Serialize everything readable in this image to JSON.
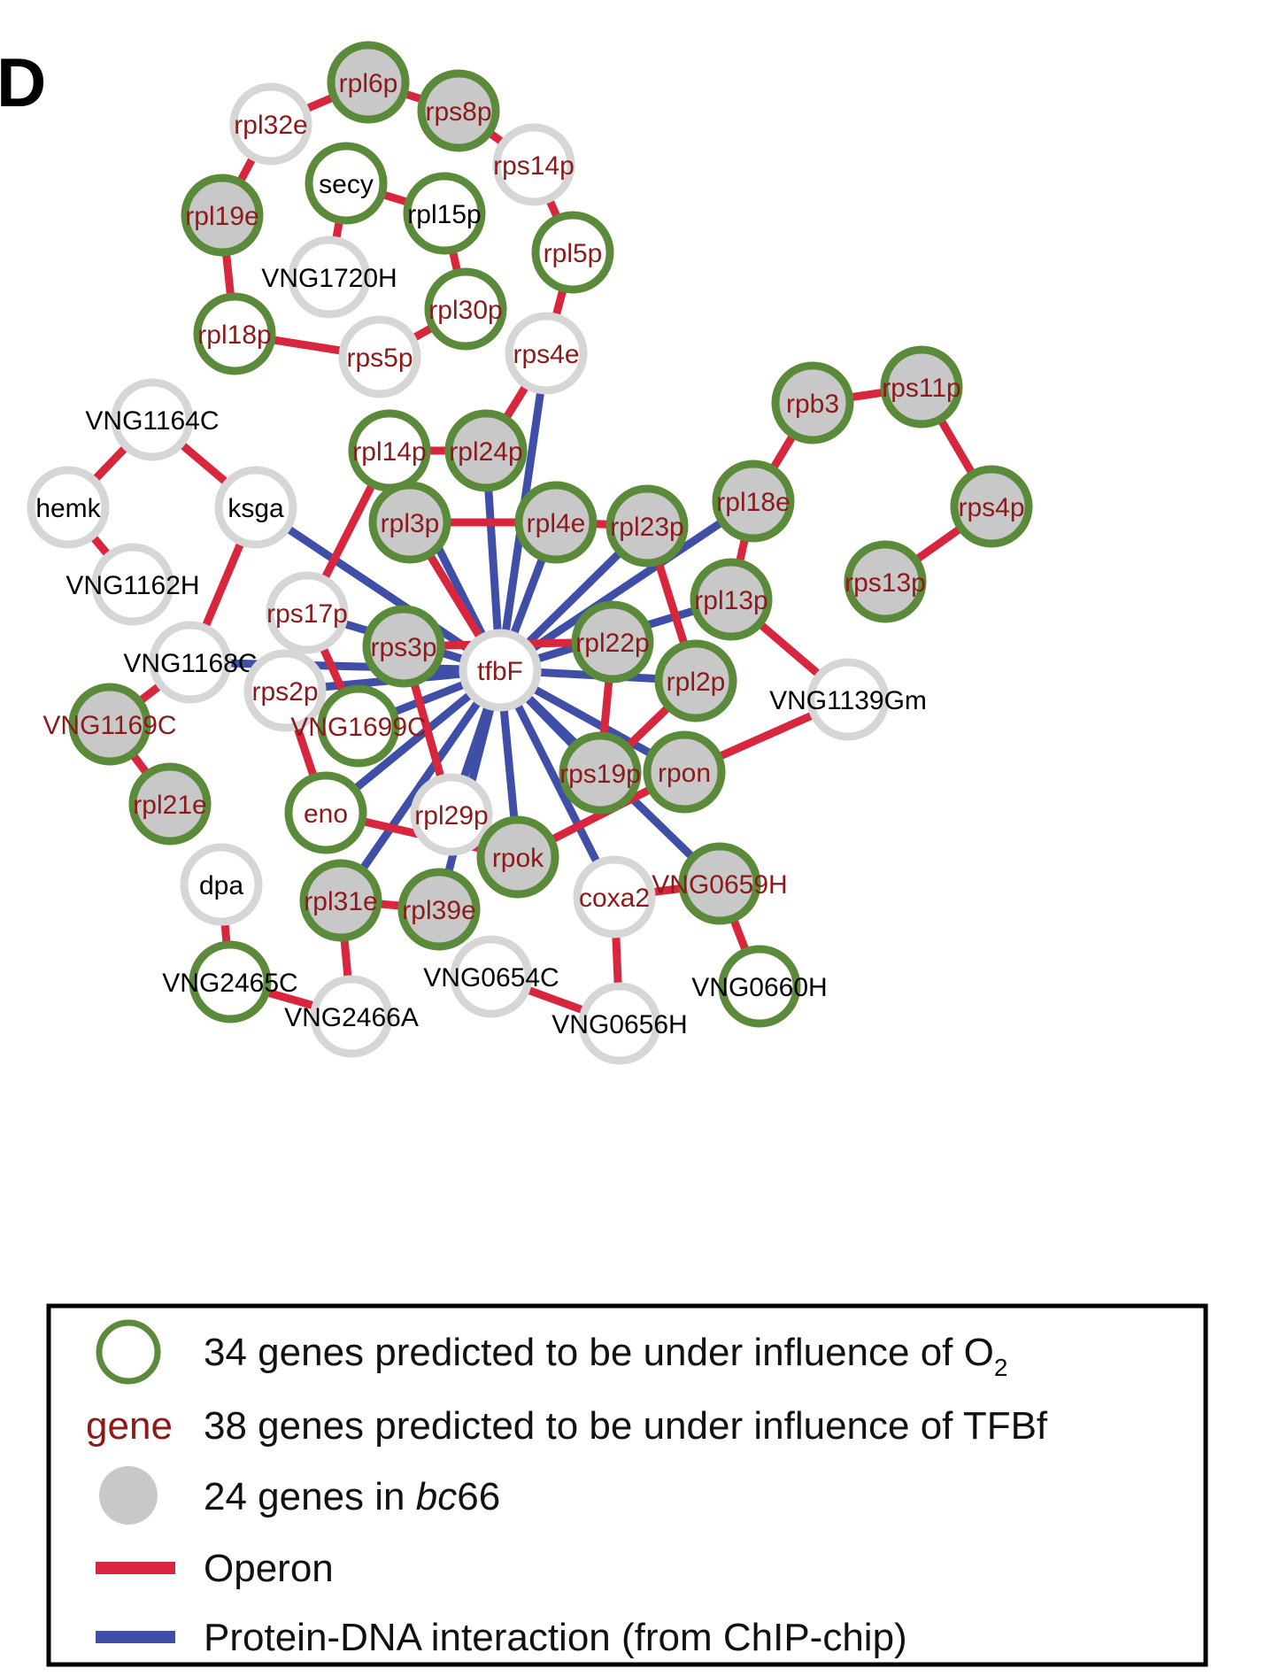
{
  "panel_label": "D",
  "colors": {
    "o2_ring": "#5a8a3a",
    "plain_ring": "#d6d6d6",
    "bc66_fill": "#c8c8c8",
    "tfbf_text": "#8b1a1a",
    "plain_text": "#000000",
    "operon_edge": "#d7263d",
    "chip_edge": "#3f4fa8"
  },
  "network": {
    "nodes": [
      {
        "id": "rpl6p",
        "label": "rpl6p",
        "o2": true,
        "bc66": true,
        "tfbf": true
      },
      {
        "id": "rps8p",
        "label": "rps8p",
        "o2": true,
        "bc66": true,
        "tfbf": true
      },
      {
        "id": "rpl32e",
        "label": "rpl32e",
        "o2": false,
        "bc66": false,
        "tfbf": true
      },
      {
        "id": "rps14p",
        "label": "rps14p",
        "o2": false,
        "bc66": false,
        "tfbf": true
      },
      {
        "id": "secy",
        "label": "secy",
        "o2": true,
        "bc66": false,
        "tfbf": false
      },
      {
        "id": "rpl15p",
        "label": "rpl15p",
        "o2": true,
        "bc66": false,
        "tfbf": false
      },
      {
        "id": "rpl19e",
        "label": "rpl19e",
        "o2": true,
        "bc66": true,
        "tfbf": true
      },
      {
        "id": "rpl5p",
        "label": "rpl5p",
        "o2": true,
        "bc66": false,
        "tfbf": true
      },
      {
        "id": "VNG1720H",
        "label": "VNG1720H",
        "o2": false,
        "bc66": false,
        "tfbf": false
      },
      {
        "id": "rpl30p",
        "label": "rpl30p",
        "o2": true,
        "bc66": false,
        "tfbf": true
      },
      {
        "id": "rpl18p",
        "label": "rpl18p",
        "o2": true,
        "bc66": false,
        "tfbf": true
      },
      {
        "id": "rps5p",
        "label": "rps5p",
        "o2": false,
        "bc66": false,
        "tfbf": true
      },
      {
        "id": "rps4e",
        "label": "rps4e",
        "o2": false,
        "bc66": false,
        "tfbf": true
      },
      {
        "id": "rpb3",
        "label": "rpb3",
        "o2": true,
        "bc66": true,
        "tfbf": true
      },
      {
        "id": "rps11p",
        "label": "rps11p",
        "o2": true,
        "bc66": true,
        "tfbf": true
      },
      {
        "id": "VNG1164C",
        "label": "VNG1164C",
        "o2": false,
        "bc66": false,
        "tfbf": false
      },
      {
        "id": "rpl14p",
        "label": "rpl14p",
        "o2": true,
        "bc66": false,
        "tfbf": true
      },
      {
        "id": "rpl24p",
        "label": "rpl24p",
        "o2": true,
        "bc66": true,
        "tfbf": true
      },
      {
        "id": "hemk",
        "label": "hemk",
        "o2": false,
        "bc66": false,
        "tfbf": false
      },
      {
        "id": "ksga",
        "label": "ksga",
        "o2": false,
        "bc66": false,
        "tfbf": false
      },
      {
        "id": "rpl3p",
        "label": "rpl3p",
        "o2": true,
        "bc66": true,
        "tfbf": true
      },
      {
        "id": "rpl4e",
        "label": "rpl4e",
        "o2": true,
        "bc66": true,
        "tfbf": true
      },
      {
        "id": "rpl23p",
        "label": "rpl23p",
        "o2": true,
        "bc66": true,
        "tfbf": true
      },
      {
        "id": "rpl18e",
        "label": "rpl18e",
        "o2": true,
        "bc66": true,
        "tfbf": true
      },
      {
        "id": "rps4p",
        "label": "rps4p",
        "o2": true,
        "bc66": true,
        "tfbf": true
      },
      {
        "id": "VNG1162H",
        "label": "VNG1162H",
        "o2": false,
        "bc66": false,
        "tfbf": false
      },
      {
        "id": "rps13p",
        "label": "rps13p",
        "o2": true,
        "bc66": true,
        "tfbf": true
      },
      {
        "id": "rpl13p",
        "label": "rpl13p",
        "o2": true,
        "bc66": true,
        "tfbf": true
      },
      {
        "id": "rps17p",
        "label": "rps17p",
        "o2": false,
        "bc66": false,
        "tfbf": true
      },
      {
        "id": "rps3p",
        "label": "rps3p",
        "o2": true,
        "bc66": true,
        "tfbf": true
      },
      {
        "id": "rpl22p",
        "label": "rpl22p",
        "o2": true,
        "bc66": true,
        "tfbf": true
      },
      {
        "id": "VNG1168C",
        "label": "VNG1168C",
        "o2": false,
        "bc66": false,
        "tfbf": false
      },
      {
        "id": "tfbF",
        "label": "tfbF",
        "o2": false,
        "bc66": false,
        "tfbf": true
      },
      {
        "id": "rpl2p",
        "label": "rpl2p",
        "o2": true,
        "bc66": true,
        "tfbf": true
      },
      {
        "id": "rps2p",
        "label": "rps2p",
        "o2": false,
        "bc66": false,
        "tfbf": true
      },
      {
        "id": "VNG1139Gm",
        "label": "VNG1139Gm",
        "o2": false,
        "bc66": false,
        "tfbf": false
      },
      {
        "id": "VNG1169C",
        "label": "VNG1169C",
        "o2": true,
        "bc66": true,
        "tfbf": true
      },
      {
        "id": "VNG1699C",
        "label": "VNG1699C",
        "o2": true,
        "bc66": false,
        "tfbf": true
      },
      {
        "id": "rps19p",
        "label": "rps19p",
        "o2": true,
        "bc66": true,
        "tfbf": true
      },
      {
        "id": "rpon",
        "label": "rpon",
        "o2": true,
        "bc66": true,
        "tfbf": true
      },
      {
        "id": "rpl21e",
        "label": "rpl21e",
        "o2": true,
        "bc66": true,
        "tfbf": true
      },
      {
        "id": "eno",
        "label": "eno",
        "o2": true,
        "bc66": false,
        "tfbf": true
      },
      {
        "id": "rpl29p",
        "label": "rpl29p",
        "o2": false,
        "bc66": false,
        "tfbf": true
      },
      {
        "id": "rpok",
        "label": "rpok",
        "o2": true,
        "bc66": true,
        "tfbf": true
      },
      {
        "id": "dpa",
        "label": "dpa",
        "o2": false,
        "bc66": false,
        "tfbf": false
      },
      {
        "id": "rpl31e",
        "label": "rpl31e",
        "o2": true,
        "bc66": true,
        "tfbf": true
      },
      {
        "id": "rpl39e",
        "label": "rpl39e",
        "o2": true,
        "bc66": true,
        "tfbf": true
      },
      {
        "id": "coxa2",
        "label": "coxa2",
        "o2": false,
        "bc66": false,
        "tfbf": true
      },
      {
        "id": "VNG0659H",
        "label": "VNG0659H",
        "o2": true,
        "bc66": true,
        "tfbf": true
      },
      {
        "id": "VNG2465C",
        "label": "VNG2465C",
        "o2": true,
        "bc66": false,
        "tfbf": false
      },
      {
        "id": "VNG0654C",
        "label": "VNG0654C",
        "o2": false,
        "bc66": false,
        "tfbf": false
      },
      {
        "id": "VNG0660H",
        "label": "VNG0660H",
        "o2": true,
        "bc66": false,
        "tfbf": false
      },
      {
        "id": "VNG2466A",
        "label": "VNG2466A",
        "o2": false,
        "bc66": false,
        "tfbf": false
      },
      {
        "id": "VNG0656H",
        "label": "VNG0656H",
        "o2": false,
        "bc66": false,
        "tfbf": false
      }
    ],
    "operon_edges": [
      [
        "rpl32e",
        "rpl6p"
      ],
      [
        "rpl6p",
        "rps8p"
      ],
      [
        "rps8p",
        "rps14p"
      ],
      [
        "rps14p",
        "rpl5p"
      ],
      [
        "rpl5p",
        "rps4e"
      ],
      [
        "rpl32e",
        "rpl19e"
      ],
      [
        "rpl19e",
        "rpl18p"
      ],
      [
        "rpl18p",
        "rps5p"
      ],
      [
        "rps5p",
        "rpl30p"
      ],
      [
        "rpl30p",
        "rpl15p"
      ],
      [
        "rpl15p",
        "secy"
      ],
      [
        "secy",
        "VNG1720H"
      ],
      [
        "rps4e",
        "rpl24p"
      ],
      [
        "rpl24p",
        "rpl14p"
      ],
      [
        "rpl14p",
        "rps17p"
      ],
      [
        "rps17p",
        "VNG1699C"
      ],
      [
        "rpl3p",
        "rpl4e"
      ],
      [
        "rpl4e",
        "rpl23p"
      ],
      [
        "rpl23p",
        "rpl2p"
      ],
      [
        "rpl2p",
        "rps19p"
      ],
      [
        "rps19p",
        "rpl22p"
      ],
      [
        "rps3p",
        "rpl22p"
      ],
      [
        "rpl3p",
        "tfbF"
      ],
      [
        "rps3p",
        "rpl29p"
      ],
      [
        "rps2p",
        "eno"
      ],
      [
        "eno",
        "rpok"
      ],
      [
        "rpok",
        "rpon"
      ],
      [
        "rpon",
        "VNG1139Gm"
      ],
      [
        "VNG1139Gm",
        "rpl13p"
      ],
      [
        "rpl13p",
        "rpl18e"
      ],
      [
        "rpl18e",
        "rpb3"
      ],
      [
        "rpb3",
        "rps11p"
      ],
      [
        "rps11p",
        "rps4p"
      ],
      [
        "rps4p",
        "rps13p"
      ],
      [
        "VNG1164C",
        "hemk"
      ],
      [
        "hemk",
        "VNG1162H"
      ],
      [
        "VNG1164C",
        "ksga"
      ],
      [
        "ksga",
        "VNG1168C"
      ],
      [
        "VNG1168C",
        "VNG1169C"
      ],
      [
        "VNG1169C",
        "rpl21e"
      ],
      [
        "rpl31e",
        "rpl39e"
      ],
      [
        "rpl31e",
        "VNG2466A"
      ],
      [
        "dpa",
        "VNG2465C"
      ],
      [
        "VNG2465C",
        "VNG2466A"
      ],
      [
        "coxa2",
        "VNG0659H"
      ],
      [
        "VNG0659H",
        "VNG0660H"
      ],
      [
        "coxa2",
        "VNG0656H"
      ],
      [
        "VNG0654C",
        "VNG0656H"
      ]
    ],
    "chip_edges": [
      [
        "tfbF",
        "rps4e"
      ],
      [
        "tfbF",
        "rpl14p"
      ],
      [
        "tfbF",
        "rpl24p"
      ],
      [
        "tfbF",
        "ksga"
      ],
      [
        "tfbF",
        "rpl4e"
      ],
      [
        "tfbF",
        "rpl23p"
      ],
      [
        "tfbF",
        "rpl18e"
      ],
      [
        "tfbF",
        "rpl13p"
      ],
      [
        "tfbF",
        "rps17p"
      ],
      [
        "tfbF",
        "VNG1168C"
      ],
      [
        "tfbF",
        "rps2p"
      ],
      [
        "tfbF",
        "VNG1699C"
      ],
      [
        "tfbF",
        "rpl2p"
      ],
      [
        "tfbF",
        "eno"
      ],
      [
        "tfbF",
        "rpl31e"
      ],
      [
        "tfbF",
        "rpl39e"
      ],
      [
        "tfbF",
        "rpl29p"
      ],
      [
        "tfbF",
        "rpok"
      ],
      [
        "tfbF",
        "rps19p"
      ],
      [
        "tfbF",
        "coxa2"
      ],
      [
        "tfbF",
        "VNG0659H"
      ],
      [
        "tfbF",
        "rpon"
      ]
    ]
  },
  "legend": {
    "o2_text": "34 genes predicted to be under influence of O",
    "o2_subscript": "2",
    "gene_word": "gene",
    "tfbf_text": "38 genes predicted to be under influence of TFBf",
    "bc66_prefix": "24 genes in ",
    "bc66_italic": "bc",
    "bc66_suffix": "66",
    "operon_text": "Operon",
    "chip_text": "Protein-DNA interaction (from ChIP-chip)"
  }
}
